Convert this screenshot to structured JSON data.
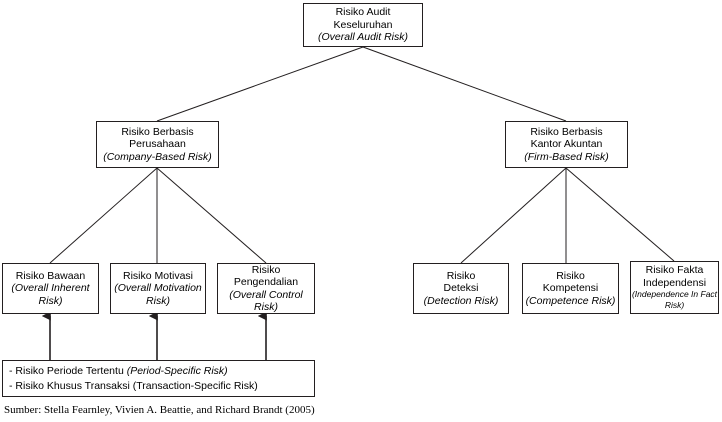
{
  "diagram": {
    "title": "Risiko Audit Keseluruhan (Overall Audit Risk) hierarchy",
    "stroke_color": "#231f20",
    "background_color": "#ffffff",
    "nodes": {
      "root": {
        "lines": [
          {
            "text": "Risiko Audit",
            "italic": false
          },
          {
            "text": "Keseluruhan",
            "italic": false
          },
          {
            "text": "(Overall Audit Risk)",
            "italic": true
          }
        ]
      },
      "company": {
        "lines": [
          {
            "text": "Risiko Berbasis",
            "italic": false
          },
          {
            "text": "Perusahaan",
            "italic": false
          },
          {
            "text": "(Company-Based Risk)",
            "italic": true
          }
        ]
      },
      "firm": {
        "lines": [
          {
            "text": "Risiko Berbasis",
            "italic": false
          },
          {
            "text": "Kantor Akuntan",
            "italic": false
          },
          {
            "text": "(Firm-Based Risk)",
            "italic": true
          }
        ]
      },
      "inherent": {
        "lines": [
          {
            "text": "Risiko Bawaan",
            "italic": false
          },
          {
            "text": "(Overall Inherent",
            "italic": true
          },
          {
            "text": "Risk)",
            "italic": true
          }
        ]
      },
      "motivation": {
        "lines": [
          {
            "text": "Risiko Motivasi",
            "italic": false
          },
          {
            "text": "(Overall Motivation",
            "italic": true
          },
          {
            "text": "Risk)",
            "italic": true
          }
        ]
      },
      "control": {
        "lines": [
          {
            "text": "Risiko",
            "italic": false
          },
          {
            "text": "Pengendalian",
            "italic": false
          },
          {
            "text": "(Overall Control",
            "italic": true
          },
          {
            "text": "Risk)",
            "italic": true
          }
        ]
      },
      "detection": {
        "lines": [
          {
            "text": "Risiko",
            "italic": false
          },
          {
            "text": "Deteksi",
            "italic": false
          },
          {
            "text": "(Detection Risk)",
            "italic": true
          }
        ]
      },
      "competence": {
        "lines": [
          {
            "text": "Risiko",
            "italic": false
          },
          {
            "text": "Kompetensi",
            "italic": false
          },
          {
            "text": "(Competence Risk)",
            "italic": true
          }
        ]
      },
      "independence": {
        "lines": [
          {
            "text": "Risiko Fakta",
            "italic": false
          },
          {
            "text": "Independensi",
            "italic": false
          },
          {
            "text": "(Independence In Fact",
            "italic": true
          },
          {
            "text": "Risk)",
            "italic": true
          }
        ]
      },
      "notes": {
        "lines": [
          [
            {
              "text": "- Risiko Periode Tertentu ",
              "italic": false
            },
            {
              "text": "(Period-Specific Risk)",
              "italic": true
            }
          ],
          [
            {
              "text": "- Risiko Khusus Transaksi (Transaction-Specific Risk)",
              "italic": false
            }
          ]
        ]
      }
    },
    "source": "Sumber: Stella Fearnley, Vivien A. Beattie, and Richard Brandt (2005)"
  }
}
